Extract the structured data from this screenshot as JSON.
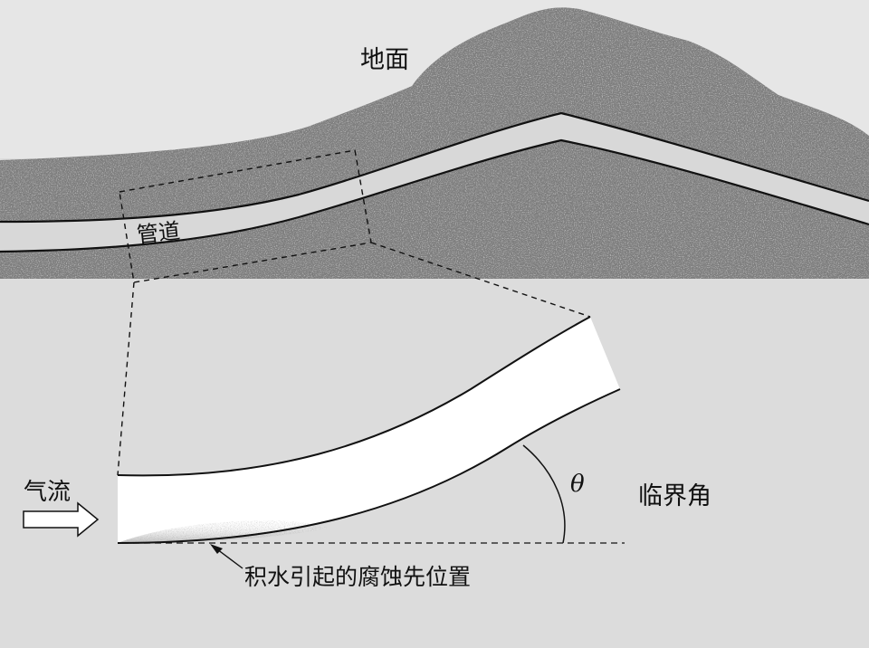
{
  "labels": {
    "ground": "地面",
    "pipeline": "管道",
    "airflow": "气流",
    "angle_symbol": "θ",
    "critical_angle": "临界角",
    "corrosion": "积水引起的腐蚀先位置"
  },
  "colors": {
    "background": "#dcdcdc",
    "soil": "#8c8c8c",
    "pipe_cross_section": "#ffffff",
    "water": "#c8c8c8",
    "stroke": "#111111"
  }
}
